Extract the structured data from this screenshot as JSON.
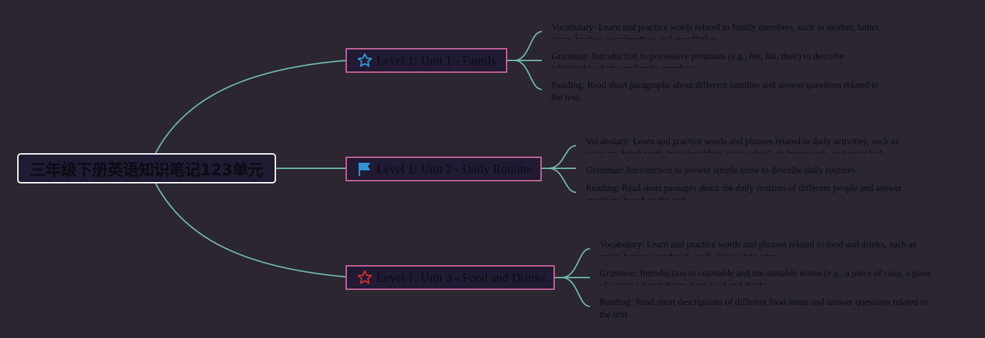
{
  "root": {
    "title": "三年级下册英语知识笔记123单元"
  },
  "units": [
    {
      "title": "Level 1: Unit 1 - Family",
      "icon": "star-outline-icon",
      "icon_color": "#2f97d8",
      "details": [
        {
          "line1": "Vocabulary: Learn and practice words related to family members, such as mother, father,",
          "line2": "sister, brother, grandmother, and grandfather."
        },
        {
          "line1": "Grammar: Introduction to possessive pronouns (e.g., her, his, their) to describe",
          "line2": "relationships between family members."
        },
        {
          "line1": "Reading: Read short paragraphs about different families and answer questions related to",
          "line2": "the text."
        }
      ]
    },
    {
      "title": "Level 1: Unit 2 - Daily Routine",
      "icon": "flag-icon",
      "icon_color": "#2f97d8",
      "details": [
        {
          "line1": "Vocabulary: Learn and practice words and phrases related to daily activities, such as",
          "line2": "wake up, brush teeth, have breakfast, go to school, do homework, and go to bed."
        },
        {
          "line1": "Grammar: Introduction to present simple tense to describe daily routines.",
          "line2": ""
        },
        {
          "line1": "Reading: Read short passages about the daily routines of different people and answer",
          "line2": "questions based on the text."
        }
      ]
    },
    {
      "title": "Level 1: Unit 3 - Food and Drinks",
      "icon": "star-outline-icon",
      "icon_color": "#d82b2b",
      "details": [
        {
          "line1": "Vocabulary: Learn and practice words and phrases related to food and drinks, such as",
          "line2": "apple, banana, sandwich, milk, juice, and water."
        },
        {
          "line1": "Grammar: Introduction to countable and uncountable nouns (e.g., a piece of cake, a glass",
          "line2": "of water) when talking about food and drinks."
        },
        {
          "line1": "Reading: Read short descriptions of different food items and answer questions related to",
          "line2": "the text."
        }
      ]
    }
  ],
  "colors": {
    "connector": "#6fb5a9",
    "unit_border": "#c5659a",
    "root_border": "#ffffff",
    "node_fill": "#201a33",
    "background": "#2b2630"
  }
}
